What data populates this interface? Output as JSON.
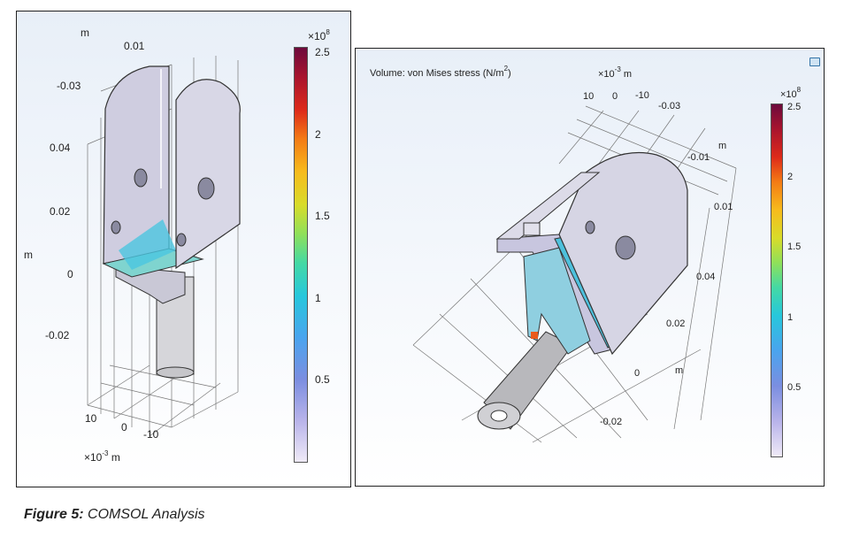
{
  "left_panel": {
    "unit_top": "m",
    "multiplier_base": "×10",
    "multiplier_exp": "8",
    "z_ticks": [
      "0.01",
      "-0.03",
      "0.04",
      "0.02",
      "0",
      "-0.02"
    ],
    "y_axis_label": "m",
    "x_ticks": [
      "10",
      "0",
      "-10"
    ],
    "x_unit": "×10",
    "x_unit_exp": "-3",
    "x_unit_suffix": " m",
    "colorbar_ticks": [
      "2.5",
      "2",
      "1.5",
      "1",
      "0.5"
    ]
  },
  "right_panel": {
    "title": "Volume: von Mises stress (N/m",
    "title_exp": "2",
    "title_end": ")",
    "top_unit": "×10",
    "top_unit_exp": "-3",
    "top_unit_suffix": " m",
    "top_ticks": [
      "10",
      "0",
      "-10",
      "-0.03"
    ],
    "side_unit": "m",
    "side_ticks": [
      "-0.01",
      "0.01",
      "0.04",
      "0.02",
      "0",
      "-0.02"
    ],
    "bottom_unit": "m",
    "multiplier_base": "×10",
    "multiplier_exp": "8",
    "colorbar_ticks": [
      "2.5",
      "2",
      "1.5",
      "1",
      "0.5"
    ]
  },
  "colorbar": {
    "min": 0,
    "max": 2.5,
    "scale": "×10^8",
    "colormap": "rainbow-light"
  },
  "caption": {
    "label": "Figure 5:",
    "text": " COMSOL Analysis"
  }
}
